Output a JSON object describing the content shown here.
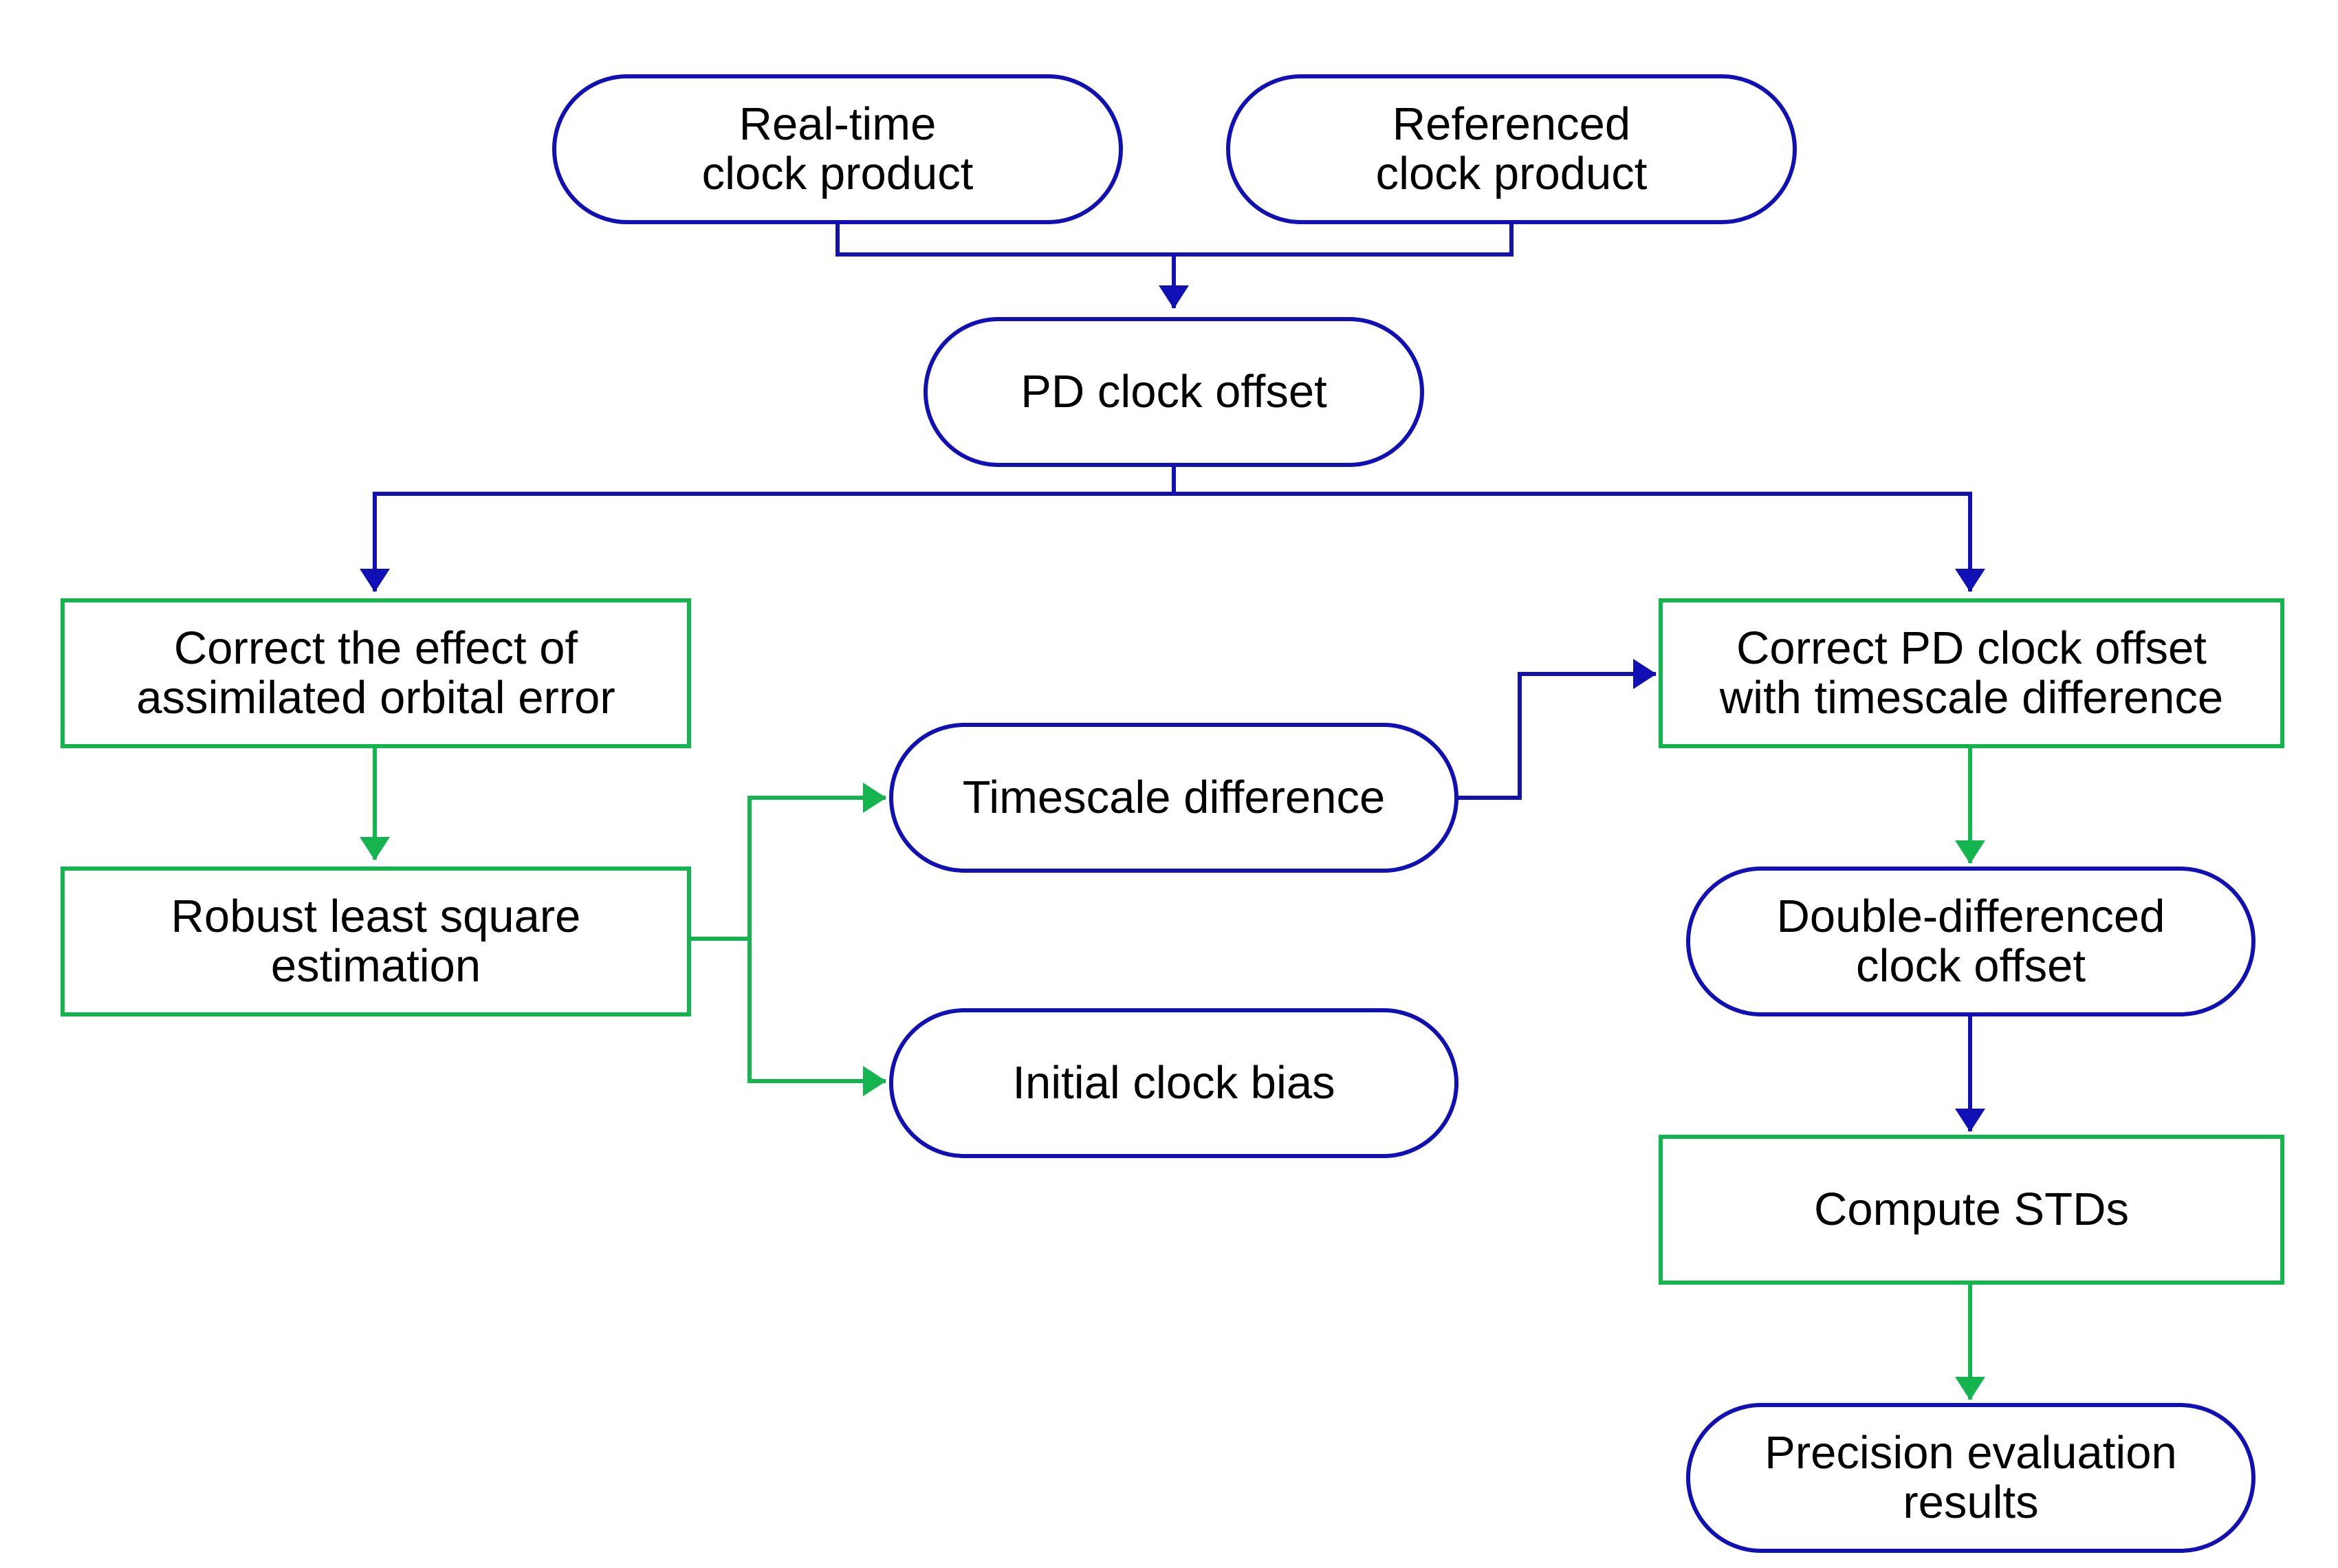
{
  "colors": {
    "terminal_border": "#1010b4",
    "process_border": "#14b44f",
    "blue_connector": "#1010b4",
    "green_connector": "#14b44f",
    "text": "#000000",
    "background": "#ffffff"
  },
  "nodes": {
    "realtime": "Real-time\nclock product",
    "referenced": "Referenced\nclock product",
    "pd_offset": "PD clock offset",
    "correct_orbital": "Correct the effect of\nassimilated orbital error",
    "robust_lsq": "Robust least square\nestimation",
    "timescale_diff": "Timescale difference",
    "initial_bias": "Initial clock bias",
    "correct_pd": "Correct PD clock offset\nwith timescale difference",
    "double_diff": "Double-differenced\nclock offset",
    "compute_std": "Compute STDs",
    "precision": "Precision evaluation\nresults"
  },
  "edges": [
    {
      "from": "realtime",
      "to": "pd_offset",
      "color": "blue"
    },
    {
      "from": "referenced",
      "to": "pd_offset",
      "color": "blue"
    },
    {
      "from": "pd_offset",
      "to": "correct_orbital",
      "color": "blue"
    },
    {
      "from": "pd_offset",
      "to": "correct_pd",
      "color": "blue"
    },
    {
      "from": "correct_orbital",
      "to": "robust_lsq",
      "color": "green"
    },
    {
      "from": "robust_lsq",
      "to": "timescale_diff",
      "color": "green"
    },
    {
      "from": "robust_lsq",
      "to": "initial_bias",
      "color": "green"
    },
    {
      "from": "timescale_diff",
      "to": "correct_pd",
      "color": "blue"
    },
    {
      "from": "correct_pd",
      "to": "double_diff",
      "color": "green"
    },
    {
      "from": "double_diff",
      "to": "compute_std",
      "color": "blue"
    },
    {
      "from": "compute_std",
      "to": "precision",
      "color": "green"
    }
  ]
}
